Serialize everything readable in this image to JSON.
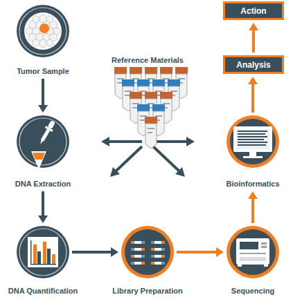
{
  "diagram": {
    "nodes": [
      {
        "text": [
          "Tumor Sample"
        ]
      },
      {
        "text": [
          "DNA Extraction"
        ]
      },
      {
        "text": [
          "DNA Quantification"
        ]
      },
      {
        "text": [
          "Library Preparation"
        ]
      },
      {
        "text": [
          "Sequencing"
        ]
      },
      {
        "text": [
          "Bioinformatics"
        ]
      },
      {
        "text": [
          "Analysis"
        ]
      },
      {
        "text": [
          "Action"
        ]
      }
    ],
    "edges": [
      {
        "from": 0,
        "to": 1,
        "arrow": "to"
      },
      {
        "from": 1,
        "to": 2,
        "arrow": "to"
      },
      {
        "from": 2,
        "to": 3,
        "arrow": "to"
      },
      {
        "from": 3,
        "to": 4,
        "arrow": "to"
      },
      {
        "from": 4,
        "to": 5,
        "arrow": "to"
      },
      {
        "from": 5,
        "to": 6,
        "arrow": "to"
      },
      {
        "from": 6,
        "to": 7,
        "arrow": "to"
      }
    ],
    "labels": [
      "Reference Materials"
    ]
  }
}
